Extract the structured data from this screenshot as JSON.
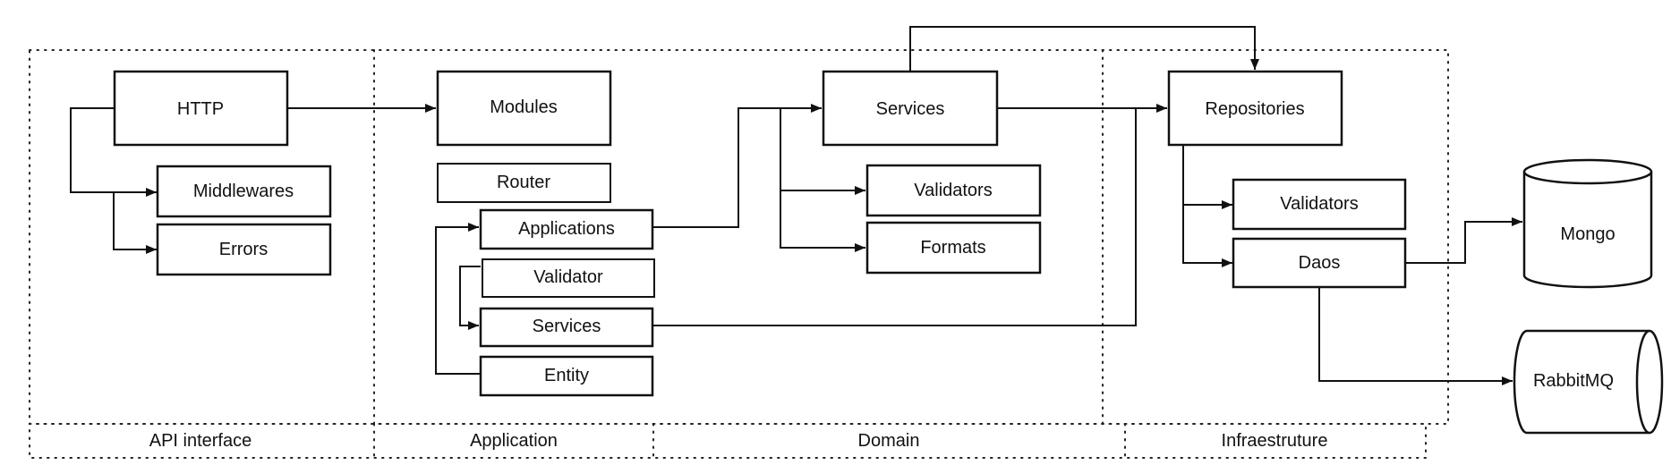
{
  "zones": {
    "api": "API interface",
    "application": "Application",
    "domain": "Domain",
    "infra": "Infraestruture"
  },
  "api": {
    "http": "HTTP",
    "middlewares": "Middlewares",
    "errors": "Errors"
  },
  "application": {
    "modules": "Modules",
    "router": "Router",
    "applications": "Applications",
    "validator": "Validator",
    "services": "Services",
    "entity": "Entity"
  },
  "domain": {
    "services": "Services",
    "validators": "Validators",
    "formats": "Formats"
  },
  "infra": {
    "repositories": "Repositories",
    "validators": "Validators",
    "daos": "Daos"
  },
  "external": {
    "mongo": "Mongo",
    "rabbitmq": "RabbitMQ"
  }
}
